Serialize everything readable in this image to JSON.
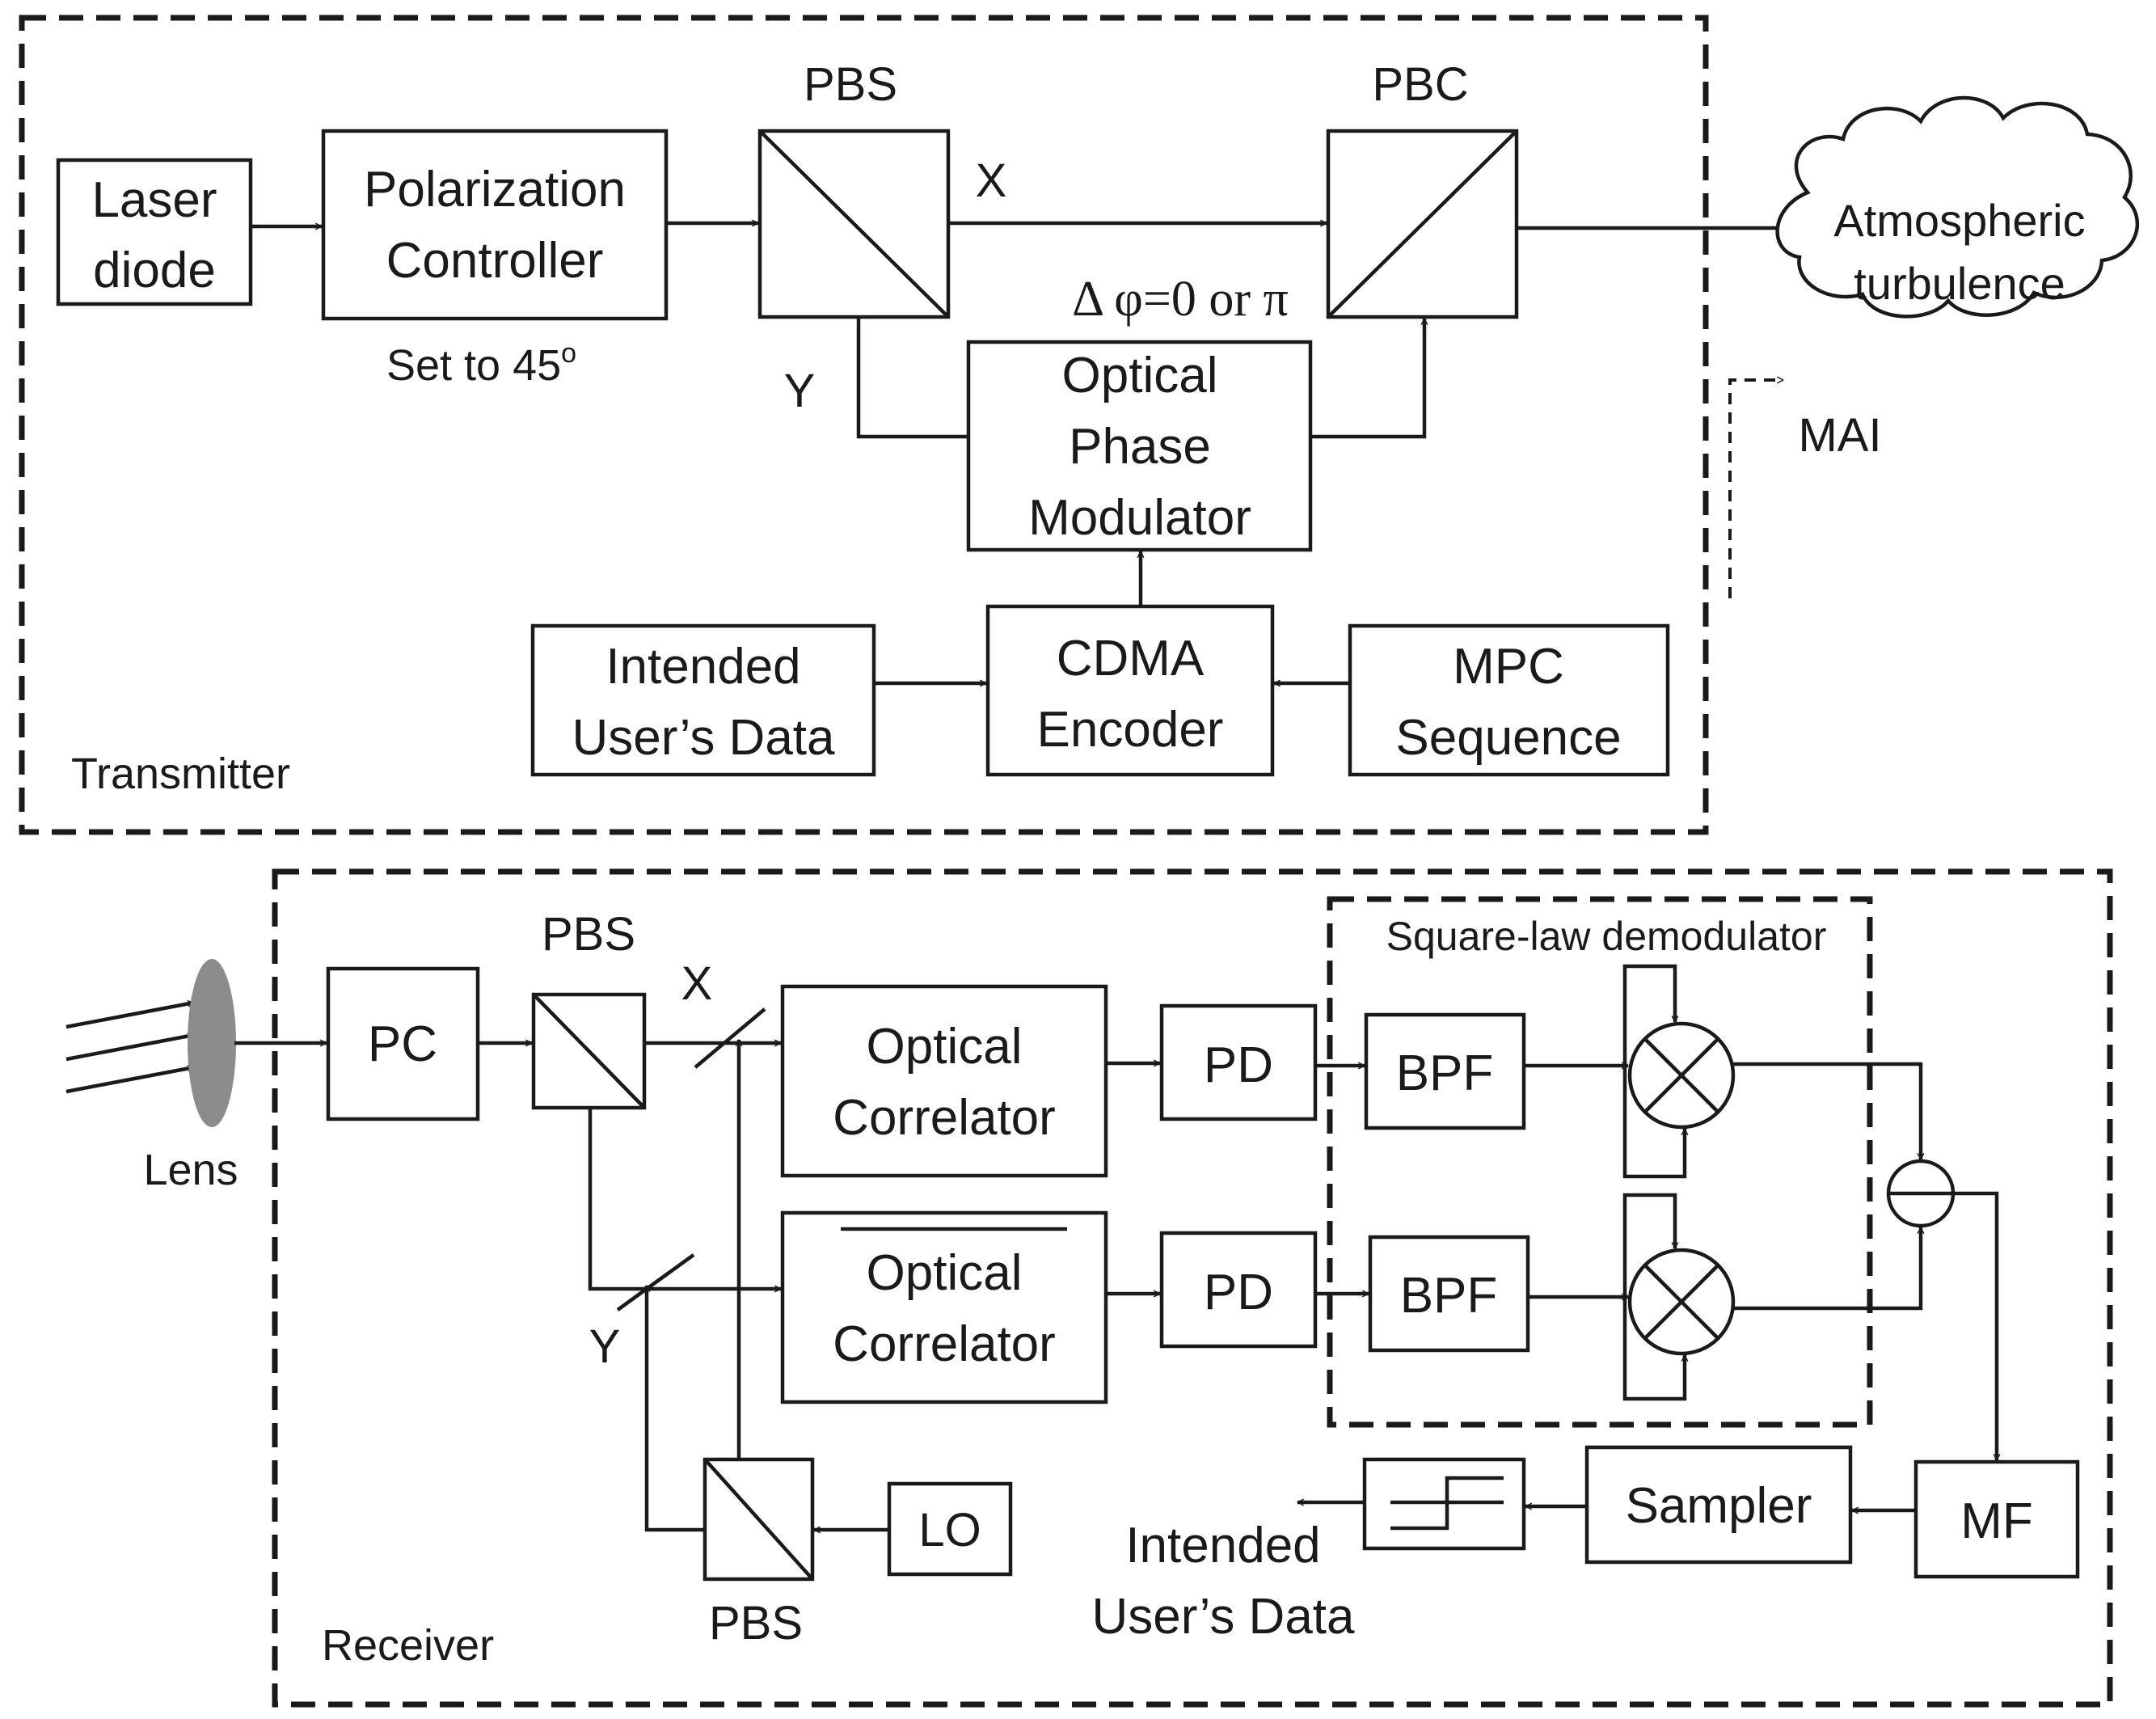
{
  "transmitter": {
    "label": "Transmitter",
    "laser_diode": [
      "Laser",
      "diode"
    ],
    "polarization_controller": [
      "Polarization",
      "Controller"
    ],
    "set_to": "Set to 45",
    "set_to_sup": "o",
    "pbs": "PBS",
    "pbc": "PBC",
    "x": "X",
    "y": "Y",
    "phase_shift": "Δ φ=0 or π",
    "phase_modulator": [
      "Optical",
      "Phase",
      "Modulator"
    ],
    "intended_data": [
      "Intended",
      "User’s Data"
    ],
    "cdma_encoder": [
      "CDMA",
      "Encoder"
    ],
    "mpc_sequence": [
      "MPC",
      "Sequence"
    ]
  },
  "channel": {
    "turbulence": [
      "Atmospheric",
      "turbulence"
    ],
    "mai": "MAI"
  },
  "receiver": {
    "label": "Receiver",
    "lens": "Lens",
    "pc": "PC",
    "pbs_top": "PBS",
    "x": "X",
    "y": "Y",
    "pbs_bottom": "PBS",
    "lo": "LO",
    "correlator_top": [
      "Optical",
      "Correlator"
    ],
    "correlator_bottom": [
      "Optical",
      "Correlator"
    ],
    "pd_top": "PD",
    "pd_bottom": "PD",
    "square_law": "Square-law demodulator",
    "bpf_top": "BPF",
    "bpf_bottom": "BPF",
    "mf": "MF",
    "sampler": "Sampler",
    "output": [
      "Intended",
      "User’s Data"
    ]
  }
}
